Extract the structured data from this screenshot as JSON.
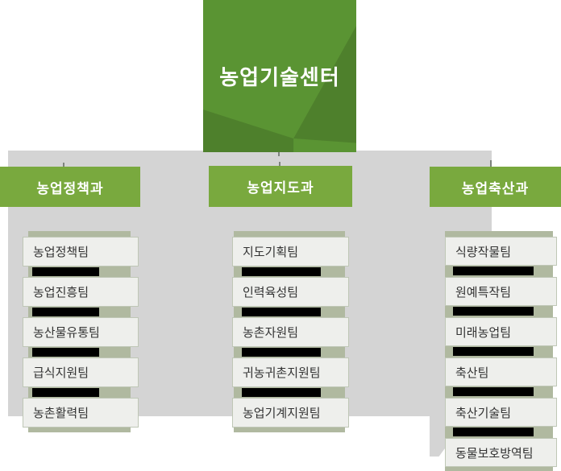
{
  "org": {
    "title": "농업기술센터"
  },
  "departments": [
    {
      "name": "농업정책과",
      "teams": [
        "농업정책팀",
        "농업진흥팀",
        "농산물유통팀",
        "급식지원팀",
        "농촌활력팀"
      ]
    },
    {
      "name": "농업지도과",
      "teams": [
        "지도기획팀",
        "인력육성팀",
        "농촌자원팀",
        "귀농귀촌지원팀",
        "농업기계지원팀"
      ]
    },
    {
      "name": "농업축산과",
      "teams": [
        "식량작물팀",
        "원예특작팀",
        "미래농업팀",
        "축산팀",
        "축산기술팀",
        "동물보호방역팀"
      ]
    }
  ],
  "colors": {
    "root_green": "#5a9433",
    "dept_green": "#79a93e",
    "panel_gray": "#d4d4d4",
    "sage_connector": "#b0b9a0",
    "team_box_bg": "#eeefec",
    "team_box_border": "#bfc7b6",
    "redaction_bar": "#000000",
    "team_text": "#333333",
    "header_text": "#ffffff"
  }
}
